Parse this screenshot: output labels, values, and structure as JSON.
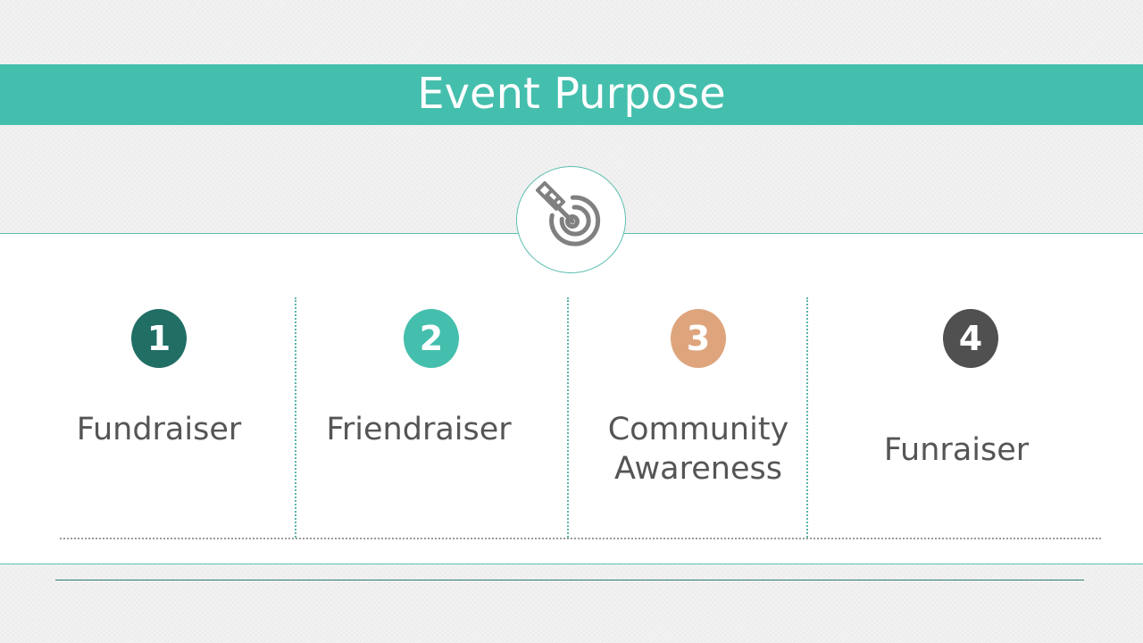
{
  "slide": {
    "title": "Event Purpose"
  },
  "header_icon": {
    "name": "target-arrow-icon"
  },
  "purposes": [
    {
      "number": "1",
      "label": "Fundraiser",
      "color": "#216e65"
    },
    {
      "number": "2",
      "label": "Friendraiser",
      "color": "#45bfad"
    },
    {
      "number": "3",
      "label_line1": "Community",
      "label_line2": "Awareness",
      "color": "#dea57d"
    },
    {
      "number": "4",
      "label": "Funraiser",
      "color": "#505050"
    }
  ],
  "colors": {
    "accent": "#45bfad",
    "text": "#555555"
  }
}
